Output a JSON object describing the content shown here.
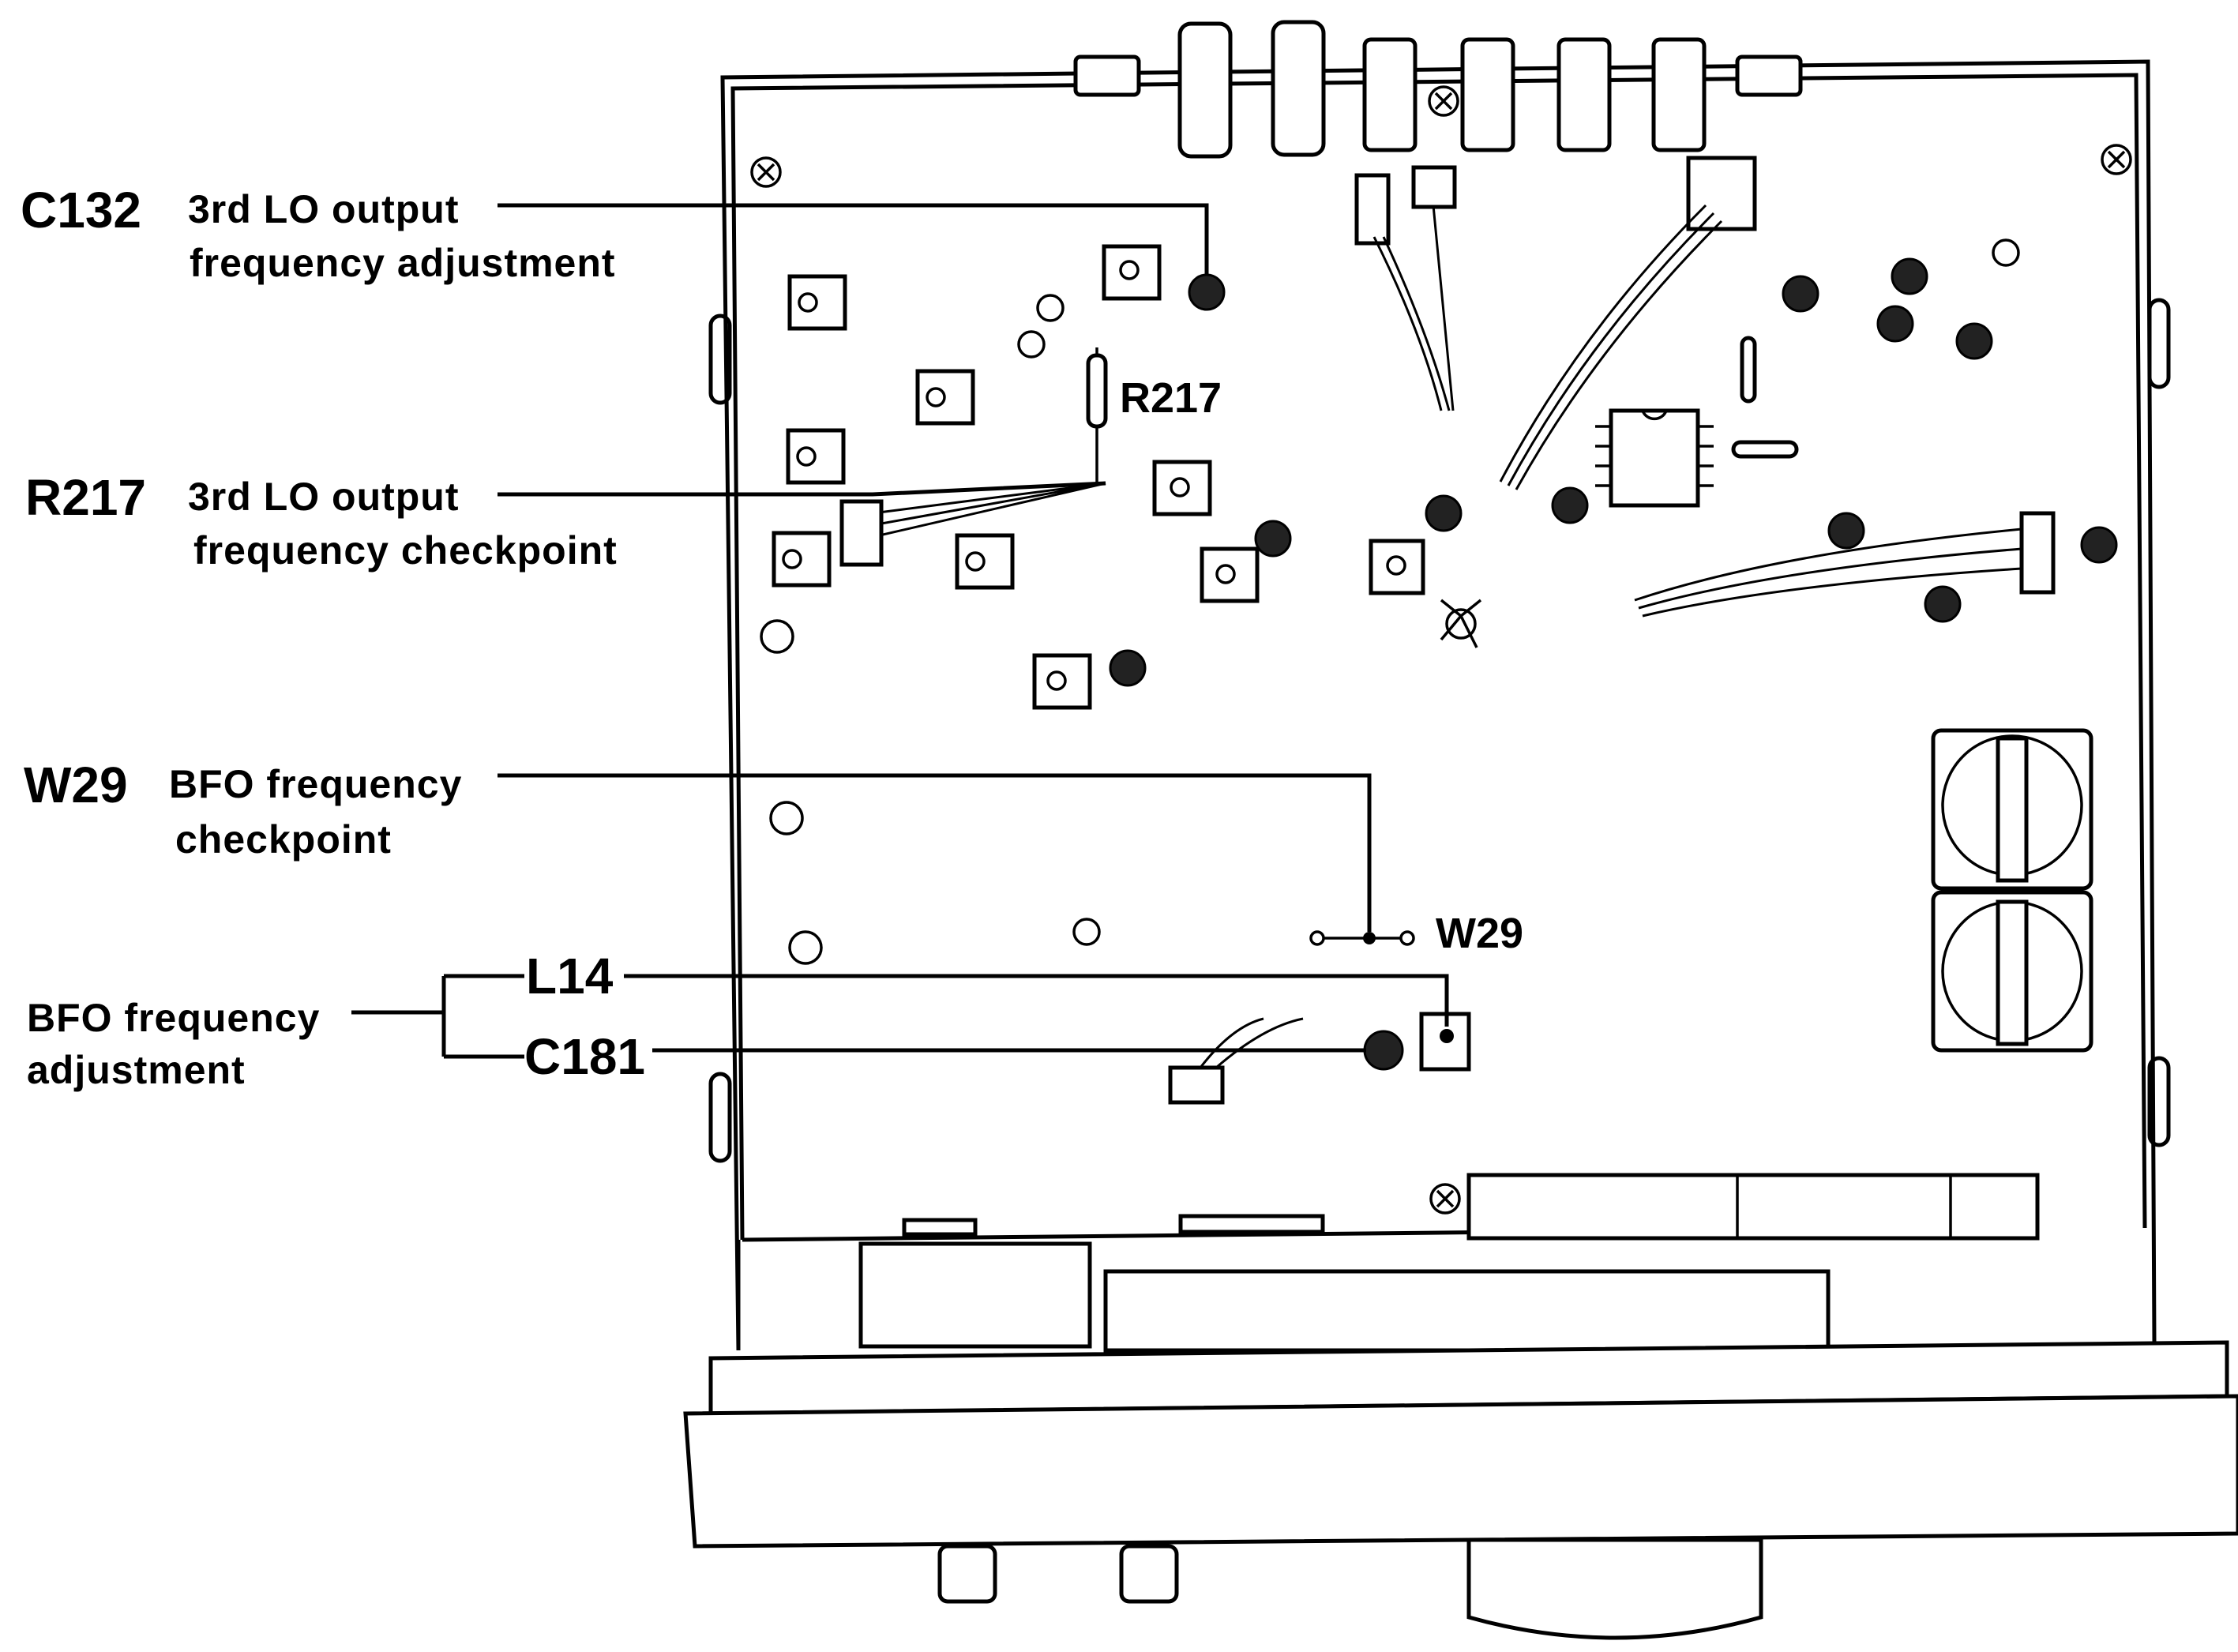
{
  "callouts": [
    {
      "code": "C132",
      "desc_lines": [
        "3rd LO output",
        "frequency adjustment"
      ]
    },
    {
      "code": "R217",
      "desc_lines": [
        "3rd LO output",
        "frequency checkpoint"
      ]
    },
    {
      "code": "W29",
      "desc_lines": [
        "BFO frequency",
        "checkpoint"
      ]
    },
    {
      "desc_lines": [
        "BFO frequency",
        "adjustment"
      ],
      "codes": [
        "L14",
        "C181"
      ]
    }
  ],
  "board_labels": {
    "r217": "R217",
    "w29": "W29"
  },
  "colors": {
    "ink": "#000000",
    "paper": "#ffffff"
  }
}
